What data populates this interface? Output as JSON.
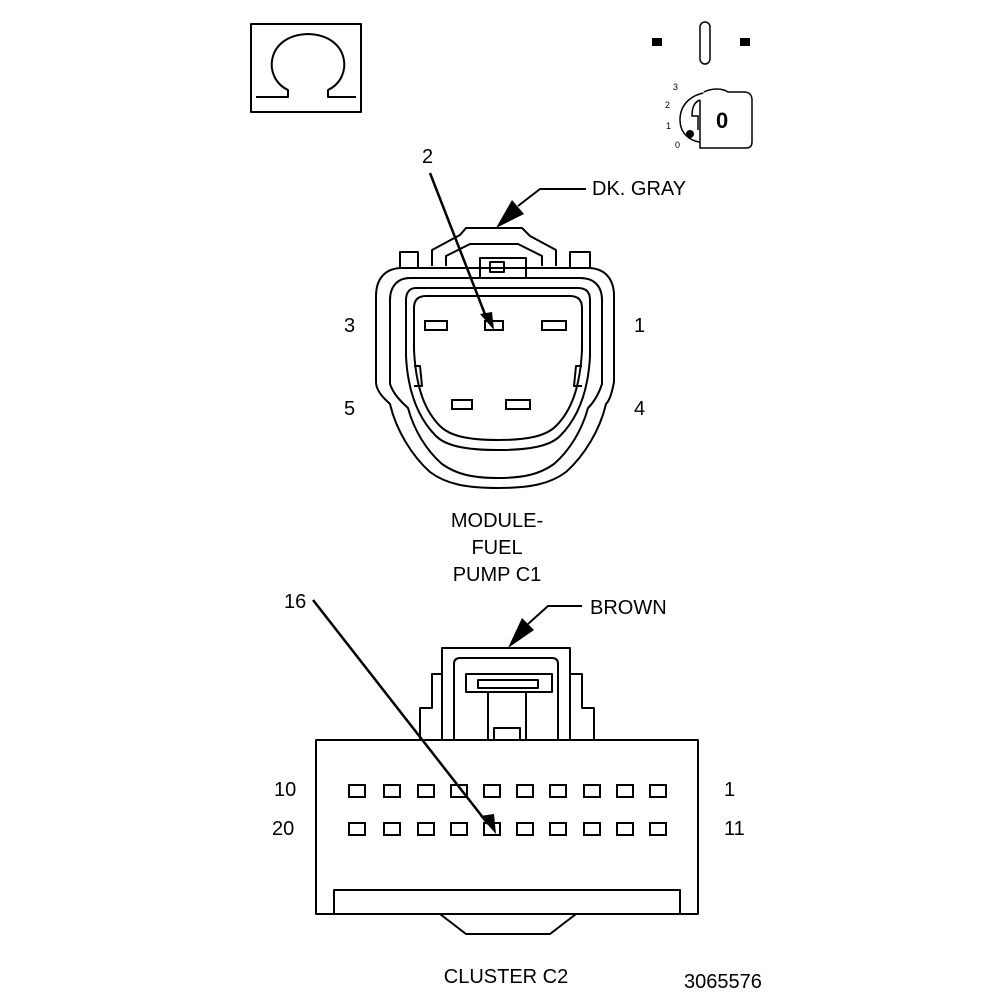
{
  "ohm_symbol": "Ω",
  "ignition": {
    "marks": [
      "3",
      "2",
      "1",
      "0"
    ],
    "key_label": "0"
  },
  "fuel_pump_connector": {
    "color_label": "DK. GRAY",
    "pointer_pin": "2",
    "pin_labels": {
      "left_top": "3",
      "right_top": "1",
      "left_bottom": "5",
      "right_bottom": "4"
    },
    "name_lines": [
      "MODULE-",
      "FUEL",
      "PUMP C1"
    ]
  },
  "cluster_connector": {
    "color_label": "BROWN",
    "pointer_pin": "16",
    "row_labels": {
      "top_left": "10",
      "top_right": "1",
      "bottom_left": "20",
      "bottom_right": "11"
    },
    "name": "CLUSTER C2"
  },
  "figure_id": "3065576"
}
